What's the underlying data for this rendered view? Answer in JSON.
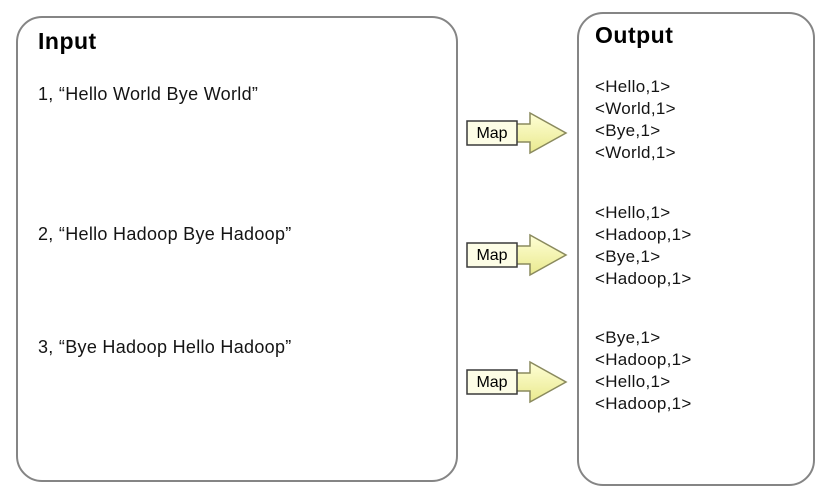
{
  "input_panel": {
    "title": "Input",
    "items": [
      {
        "text": "1, “Hello World Bye World”"
      },
      {
        "text": "2, “Hello Hadoop Bye Hadoop”"
      },
      {
        "text": "3, “Bye Hadoop Hello Hadoop”"
      }
    ]
  },
  "arrows": [
    {
      "label": "Map"
    },
    {
      "label": "Map"
    },
    {
      "label": "Map"
    }
  ],
  "output_panel": {
    "title": "Output",
    "groups": [
      {
        "pairs": [
          "<Hello,1>",
          "<World,1>",
          "<Bye,1>",
          "<World,1>"
        ]
      },
      {
        "pairs": [
          "<Hello,1>",
          "<Hadoop,1>",
          "<Bye,1>",
          "<Hadoop,1>"
        ]
      },
      {
        "pairs": [
          "<Bye,1>",
          "<Hadoop,1>",
          "<Hello,1>",
          "<Hadoop,1>"
        ]
      }
    ]
  },
  "colors": {
    "panel_border": "#858585",
    "arrow_fill_light": "#ffffd6",
    "arrow_fill_dark": "#e9e98e",
    "arrow_stroke": "#8a8a5e",
    "map_box_fill": "#fdfde6",
    "map_box_stroke": "#3a3a3a",
    "text": "#141414"
  }
}
